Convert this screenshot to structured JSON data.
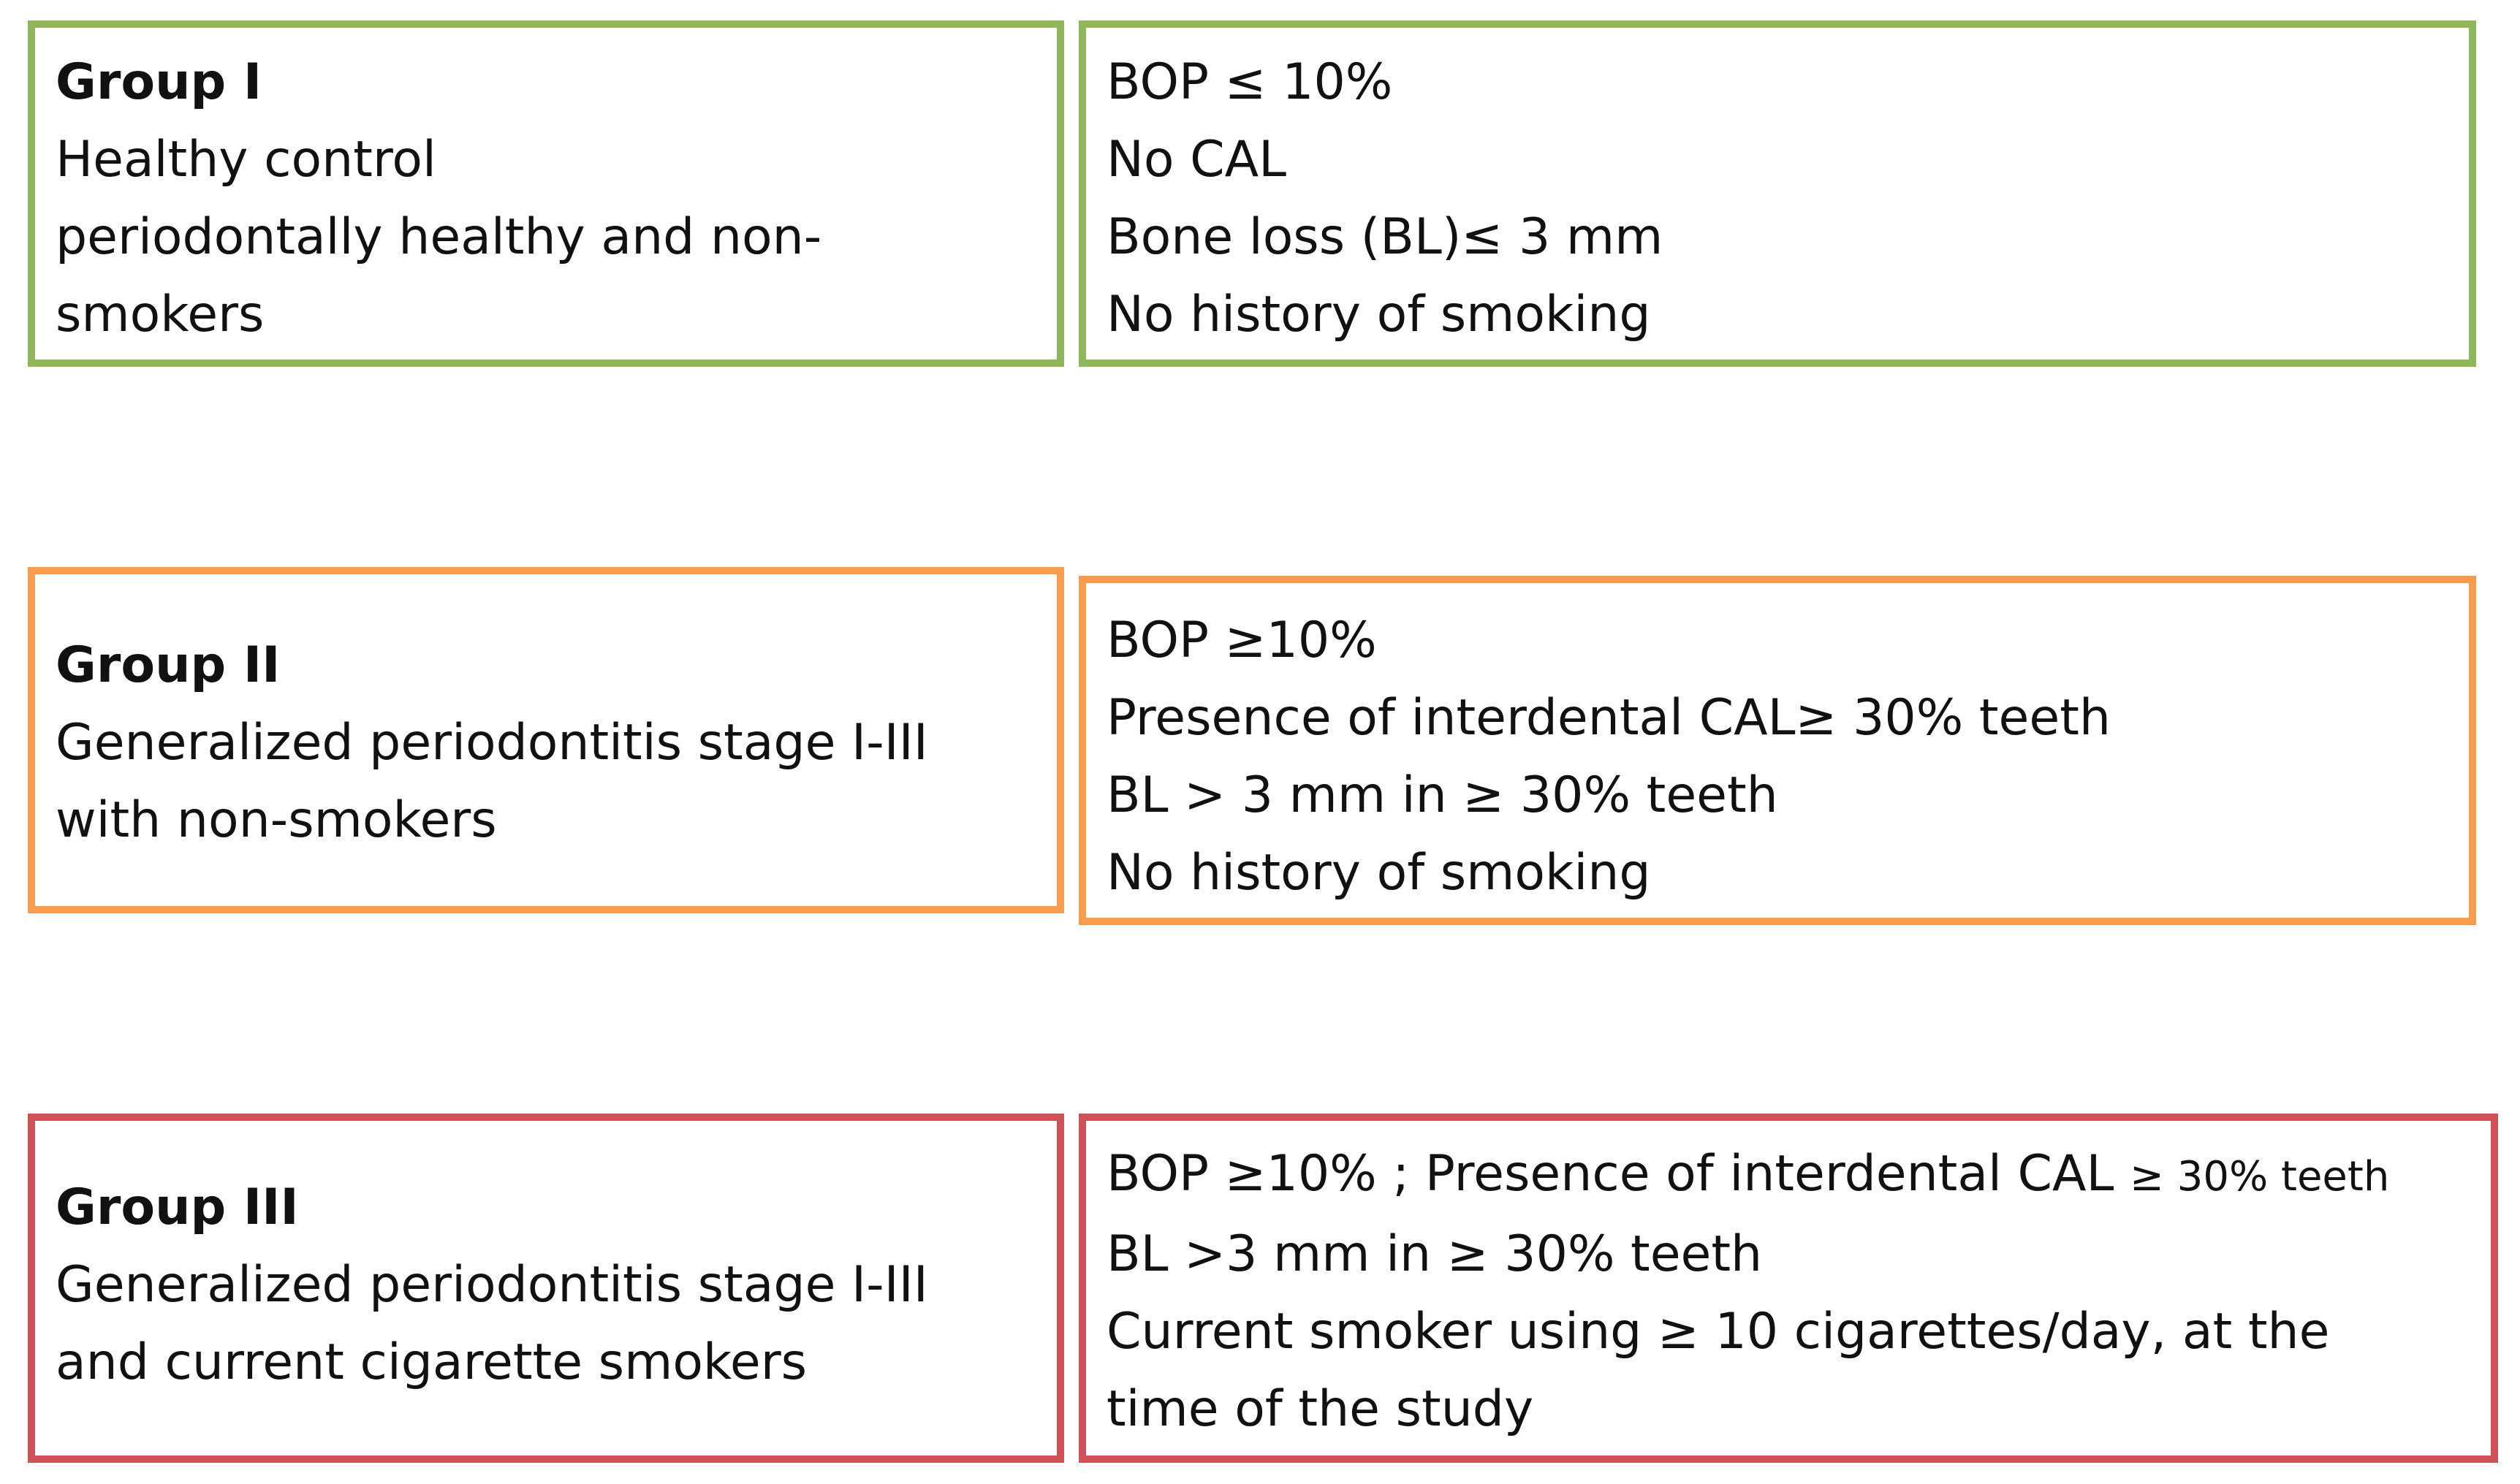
{
  "colors": {
    "green": "#8fb65a",
    "orange": "#f79c4f",
    "red": "#cf5258"
  },
  "groups": [
    {
      "title": "Group I",
      "description_lines": [
        "Healthy control",
        "periodontally healthy and non-",
        "smokers"
      ],
      "criteria_lines": [
        "BOP ≤ 10%",
        "No CAL",
        "Bone loss (BL)≤ 3 mm",
        "No history of smoking"
      ]
    },
    {
      "title": "Group II",
      "description_lines": [
        "Generalized periodontitis stage I-III",
        "with non-smokers"
      ],
      "criteria_lines": [
        "BOP ≥10%",
        "Presence of interdental CAL≥ 30% teeth",
        "BL > 3 mm in ≥ 30% teeth",
        "No history of smoking"
      ]
    },
    {
      "title": "Group III",
      "description_lines": [
        "Generalized periodontitis stage I-III",
        "and current cigarette smokers"
      ],
      "criteria_line1_main": "BOP ≥10% ; Presence of interdental CAL",
      "criteria_line1_small": "≥ 30% teeth",
      "criteria_lines": [
        "BL >3 mm in ≥ 30% teeth",
        "Current smoker using ≥ 10 cigarettes/day, at the",
        "time of the study"
      ]
    }
  ]
}
